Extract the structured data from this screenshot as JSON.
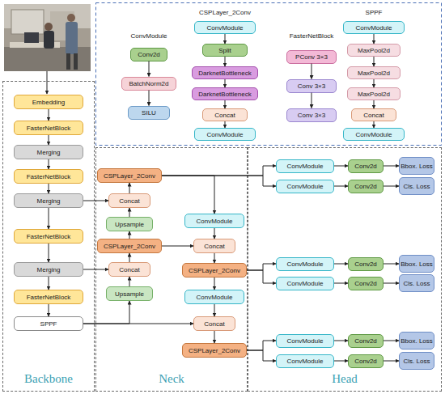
{
  "diagram": {
    "nodes": [
      {
        "text": [
          "Conv2d"
        ]
      },
      {
        "text": [
          "BatchNorm2d"
        ]
      },
      {
        "text": [
          "SILU"
        ]
      },
      {
        "text": [
          "ConvModule"
        ]
      },
      {
        "text": [
          "Split"
        ]
      },
      {
        "text": [
          "DarknetBottleneck"
        ]
      },
      {
        "text": [
          "DarknetBottleneck"
        ]
      },
      {
        "text": [
          "Concat"
        ]
      },
      {
        "text": [
          "ConvModule"
        ]
      },
      {
        "text": [
          "PConv 3×3"
        ]
      },
      {
        "text": [
          "Conv 3×3"
        ]
      },
      {
        "text": [
          "Conv 3×3"
        ]
      },
      {
        "text": [
          "ConvModule"
        ]
      },
      {
        "text": [
          "MaxPool2d"
        ]
      },
      {
        "text": [
          "MaxPool2d"
        ]
      },
      {
        "text": [
          "MaxPool2d"
        ]
      },
      {
        "text": [
          "Concat"
        ]
      },
      {
        "text": [
          "ConvModule"
        ]
      },
      {
        "text": [
          "Backbone"
        ]
      },
      {
        "text": [
          "Embedding"
        ],
        "in": 18
      },
      {
        "text": [
          "FasterNetBlock"
        ],
        "in": 18
      },
      {
        "text": [
          "Merging"
        ],
        "in": 18
      },
      {
        "text": [
          "FasterNetBlock"
        ],
        "in": 18
      },
      {
        "text": [
          "Merging"
        ],
        "in": 18
      },
      {
        "text": [
          "FasterNetBlock"
        ],
        "in": 18
      },
      {
        "text": [
          "Merging"
        ],
        "in": 18
      },
      {
        "text": [
          "FasterNetBlock"
        ],
        "in": 18
      },
      {
        "text": [
          "SPPF"
        ],
        "in": 18
      },
      {
        "text": [
          "Neck"
        ]
      },
      {
        "text": [
          "CSPLayer_2Conv"
        ],
        "in": 28
      },
      {
        "text": [
          "Concat"
        ],
        "in": 28
      },
      {
        "text": [
          "Upsample"
        ],
        "in": 28
      },
      {
        "text": [
          "CSPLayer_2Conv"
        ],
        "in": 28
      },
      {
        "text": [
          "Concat"
        ],
        "in": 28
      },
      {
        "text": [
          "Upsample"
        ],
        "in": 28
      },
      {
        "text": [
          "ConvModule"
        ],
        "in": 28
      },
      {
        "text": [
          "Concat"
        ],
        "in": 28
      },
      {
        "text": [
          "CSPLayer_2Conv"
        ],
        "in": 28
      },
      {
        "text": [
          "ConvModule"
        ],
        "in": 28
      },
      {
        "text": [
          "Concat"
        ],
        "in": 28
      },
      {
        "text": [
          "CSPLayer_2Conv"
        ],
        "in": 28
      },
      {
        "text": [
          "Head"
        ]
      },
      {
        "text": [
          "ConvModule"
        ],
        "in": 41
      },
      {
        "text": [
          "Conv2d"
        ],
        "in": 41
      },
      {
        "text": [
          "Bbox. Loss"
        ],
        "in": 41
      },
      {
        "text": [
          "ConvModule"
        ],
        "in": 41
      },
      {
        "text": [
          "Conv2d"
        ],
        "in": 41
      },
      {
        "text": [
          "Cls. Loss"
        ],
        "in": 41
      },
      {
        "text": [
          "ConvModule"
        ],
        "in": 41
      },
      {
        "text": [
          "Conv2d"
        ],
        "in": 41
      },
      {
        "text": [
          "Bbox. Loss"
        ],
        "in": 41
      },
      {
        "text": [
          "ConvModule"
        ],
        "in": 41
      },
      {
        "text": [
          "Conv2d"
        ],
        "in": 41
      },
      {
        "text": [
          "Cls. Loss"
        ],
        "in": 41
      },
      {
        "text": [
          "ConvModule"
        ],
        "in": 41
      },
      {
        "text": [
          "Conv2d"
        ],
        "in": 41
      },
      {
        "text": [
          "Bbox. Loss"
        ],
        "in": 41
      },
      {
        "text": [
          "ConvModule"
        ],
        "in": 41
      },
      {
        "text": [
          "Conv2d"
        ],
        "in": 41
      },
      {
        "text": [
          "Cls. Loss"
        ],
        "in": 41
      }
    ],
    "edges": [
      {
        "from": 0,
        "to": 1,
        "arrow": "to"
      },
      {
        "from": 1,
        "to": 2,
        "arrow": "to"
      },
      {
        "from": 3,
        "to": 4,
        "arrow": "to"
      },
      {
        "from": 4,
        "to": 5,
        "arrow": "to"
      },
      {
        "from": 5,
        "to": 6,
        "arrow": "to"
      },
      {
        "from": 6,
        "to": 7,
        "arrow": "to"
      },
      {
        "from": 7,
        "to": 8,
        "arrow": "to"
      },
      {
        "from": 9,
        "to": 10,
        "arrow": "to"
      },
      {
        "from": 10,
        "to": 11,
        "arrow": "to"
      },
      {
        "from": 12,
        "to": 13,
        "arrow": "to"
      },
      {
        "from": 13,
        "to": 14,
        "arrow": "to"
      },
      {
        "from": 14,
        "to": 15,
        "arrow": "to"
      },
      {
        "from": 15,
        "to": 16,
        "arrow": "to"
      },
      {
        "from": 16,
        "to": 17,
        "arrow": "to"
      },
      {
        "from": 19,
        "to": 20,
        "arrow": "to"
      },
      {
        "from": 20,
        "to": 21,
        "arrow": "to"
      },
      {
        "from": 21,
        "to": 22,
        "arrow": "to"
      },
      {
        "from": 22,
        "to": 23,
        "arrow": "to"
      },
      {
        "from": 23,
        "to": 24,
        "arrow": "to"
      },
      {
        "from": 24,
        "to": 25,
        "arrow": "to"
      },
      {
        "from": 25,
        "to": 26,
        "arrow": "to"
      },
      {
        "from": 26,
        "to": 27,
        "arrow": "to"
      },
      {
        "from": 23,
        "to": 30,
        "arrow": "to"
      },
      {
        "from": 25,
        "to": 33,
        "arrow": "to"
      },
      {
        "from": 27,
        "to": 34,
        "arrow": "to"
      },
      {
        "from": 27,
        "to": 39,
        "arrow": "to"
      },
      {
        "from": 34,
        "to": 33,
        "arrow": "to"
      },
      {
        "from": 33,
        "to": 32,
        "arrow": "to"
      },
      {
        "from": 32,
        "to": 31,
        "arrow": "to"
      },
      {
        "from": 32,
        "to": 36,
        "arrow": "to"
      },
      {
        "from": 31,
        "to": 30,
        "arrow": "to"
      },
      {
        "from": 30,
        "to": 29,
        "arrow": "to"
      },
      {
        "from": 29,
        "to": 35,
        "arrow": "to"
      },
      {
        "from": 29,
        "to": 42,
        "arrow": "to"
      },
      {
        "from": 29,
        "to": 45,
        "arrow": "to"
      },
      {
        "from": 35,
        "to": 36,
        "arrow": "to"
      },
      {
        "from": 36,
        "to": 37,
        "arrow": "to"
      },
      {
        "from": 37,
        "to": 38,
        "arrow": "to"
      },
      {
        "from": 37,
        "to": 48,
        "arrow": "to"
      },
      {
        "from": 37,
        "to": 51,
        "arrow": "to"
      },
      {
        "from": 38,
        "to": 39,
        "arrow": "to"
      },
      {
        "from": 39,
        "to": 40,
        "arrow": "to"
      },
      {
        "from": 40,
        "to": 54,
        "arrow": "to"
      },
      {
        "from": 40,
        "to": 57,
        "arrow": "to"
      },
      {
        "from": 42,
        "to": 43,
        "arrow": "to"
      },
      {
        "from": 43,
        "to": 44,
        "arrow": "to"
      },
      {
        "from": 45,
        "to": 46,
        "arrow": "to"
      },
      {
        "from": 46,
        "to": 47,
        "arrow": "to"
      },
      {
        "from": 48,
        "to": 49,
        "arrow": "to"
      },
      {
        "from": 49,
        "to": 50,
        "arrow": "to"
      },
      {
        "from": 51,
        "to": 52,
        "arrow": "to"
      },
      {
        "from": 52,
        "to": 53,
        "arrow": "to"
      },
      {
        "from": 54,
        "to": 55,
        "arrow": "to"
      },
      {
        "from": 55,
        "to": 56,
        "arrow": "to"
      },
      {
        "from": 57,
        "to": 58,
        "arrow": "to"
      },
      {
        "from": 58,
        "to": 59,
        "arrow": "to"
      }
    ],
    "labels": [
      "ConvModule",
      "CSPLayer_2Conv",
      "FasterNetBlock",
      "SPPF"
    ]
  }
}
